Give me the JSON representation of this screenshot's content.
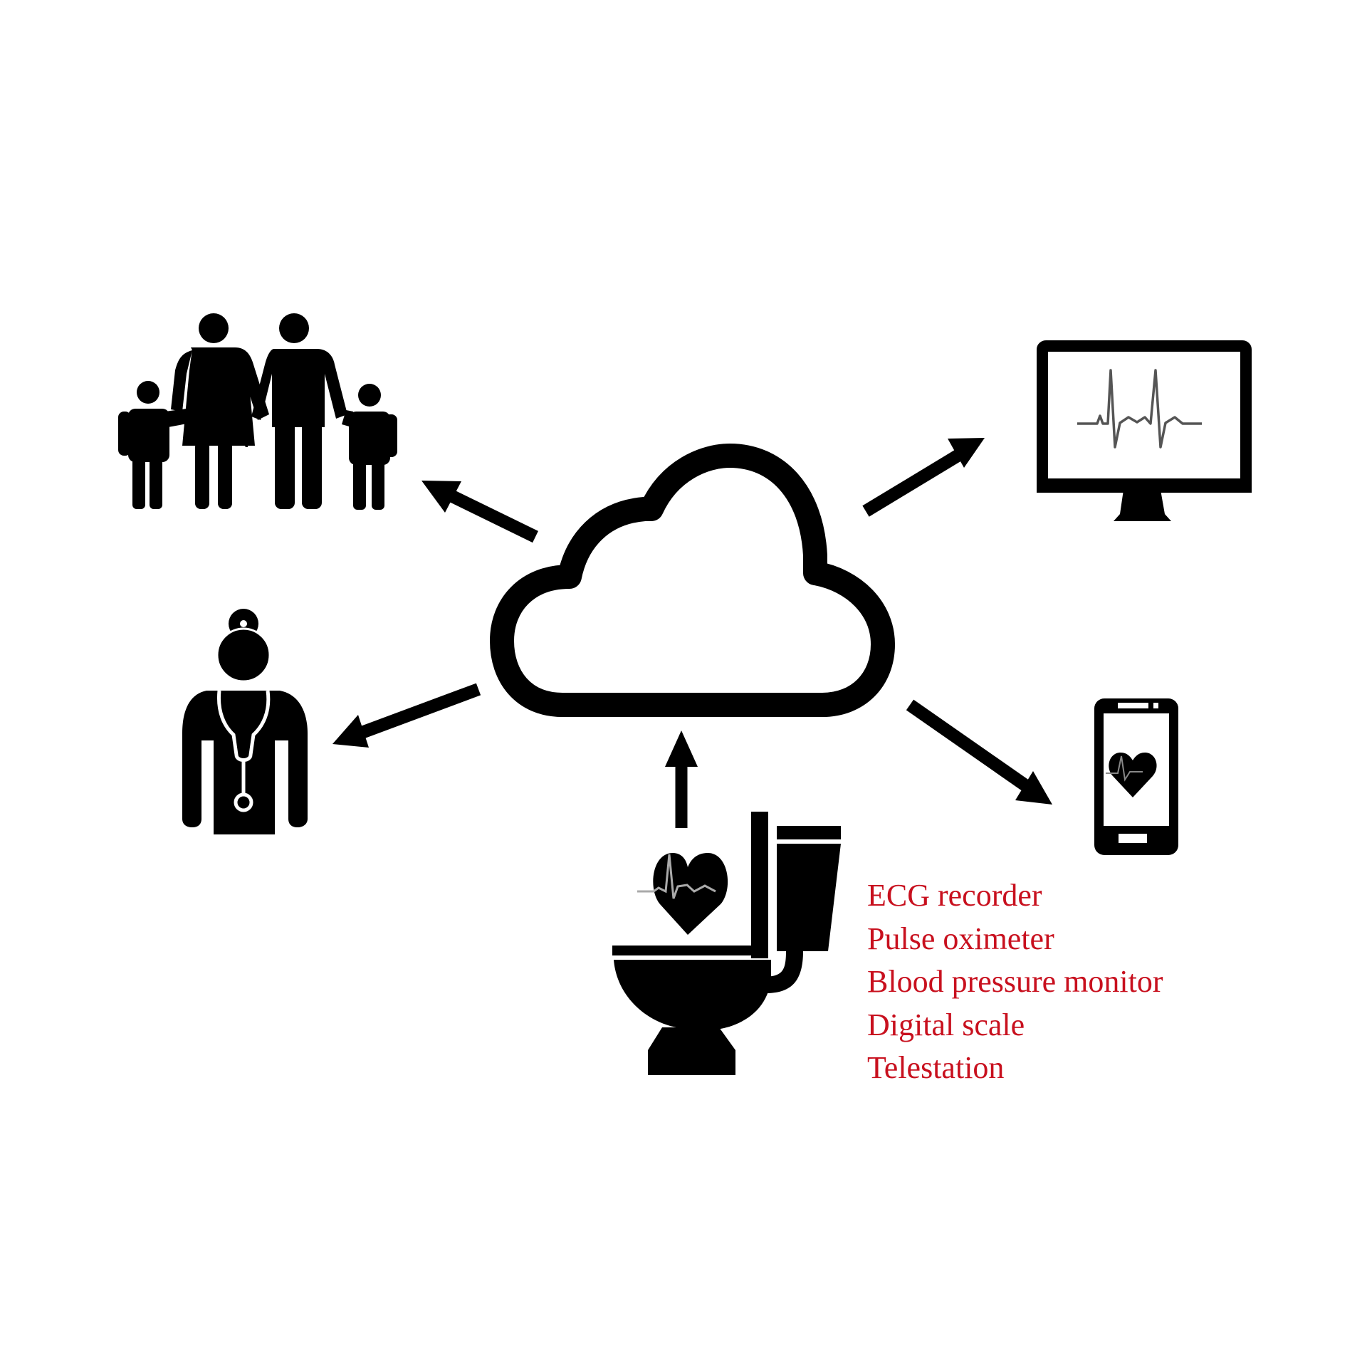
{
  "diagram": {
    "title": "Remote health monitoring data flow",
    "background_color": "#ffffff",
    "icon_color": "#000000",
    "text_color": "#c8101e",
    "hub": {
      "label": "cloud",
      "icon": "cloud-icon"
    },
    "source": {
      "label": "smart toilet with heart monitor",
      "icon": "toilet-heart-icon",
      "devices": [
        "ECG recorder",
        "Pulse oximeter",
        "Blood pressure monitor",
        "Digital scale",
        "Telestation"
      ]
    },
    "recipients": [
      {
        "label": "family",
        "icon": "family-icon",
        "position": "top-left"
      },
      {
        "label": "doctor",
        "icon": "doctor-icon",
        "position": "bottom-left"
      },
      {
        "label": "computer monitor",
        "icon": "monitor-ecg-icon",
        "position": "top-right"
      },
      {
        "label": "smartphone",
        "icon": "smartphone-heart-icon",
        "position": "bottom-right"
      }
    ],
    "edges": [
      {
        "from": "source",
        "to": "hub"
      },
      {
        "from": "hub",
        "to": "family"
      },
      {
        "from": "hub",
        "to": "doctor"
      },
      {
        "from": "hub",
        "to": "computer monitor"
      },
      {
        "from": "hub",
        "to": "smartphone"
      }
    ]
  }
}
